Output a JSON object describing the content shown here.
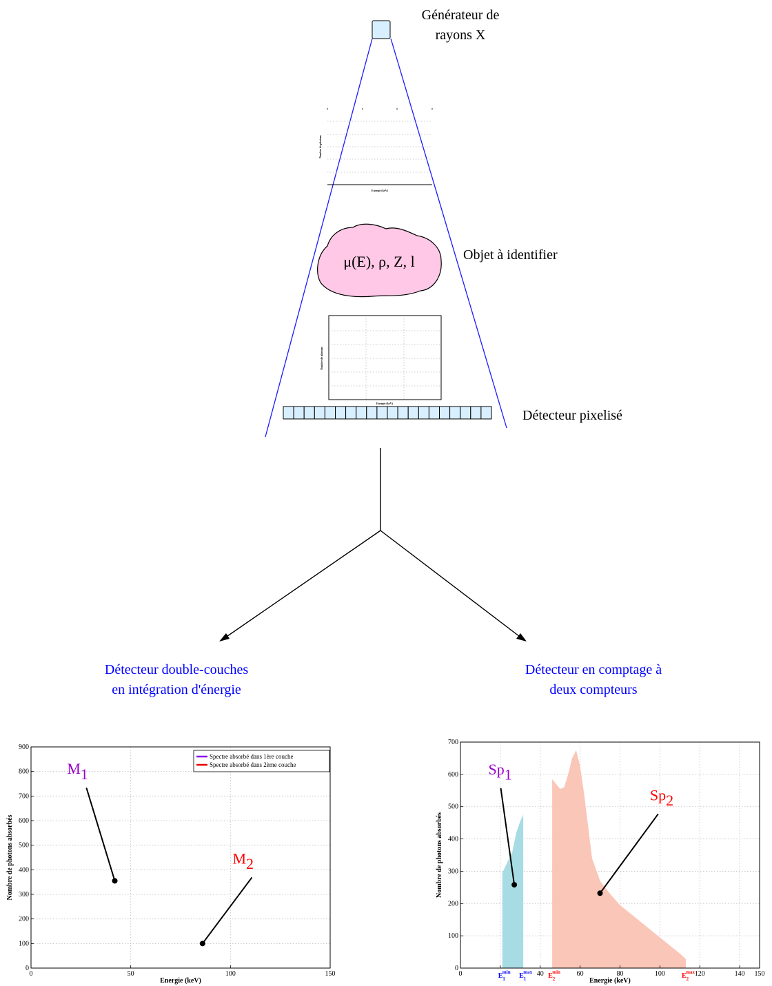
{
  "generator": {
    "line1": "Générateur de",
    "line2": "rayons X"
  },
  "object": {
    "label": "Objet à identifier",
    "formula": "μ(E), ρ, Z, l"
  },
  "detector": {
    "label": "Détecteur pixelisé",
    "pixels": 20
  },
  "left_title": {
    "line1": "Détecteur double-couches",
    "line2": "en intégration d'énergie"
  },
  "right_title": {
    "line1": "Détecteur en comptage à",
    "line2": "deux compteurs"
  },
  "small_plots": {
    "top": {
      "xlabel": "Energie (keV)",
      "ylabel": "Nombre de photons"
    },
    "bottom": {
      "xlabel": "Energie (keV)",
      "ylabel": "Nombre de photons"
    }
  },
  "colors": {
    "blue_lines": "#1a1aff",
    "object_fill": "#ffc8e6",
    "purple": "#9900cc",
    "red": "#ff0000",
    "cyan": "#a8dce4",
    "salmon": "#f9c6b8"
  },
  "chart_data": [
    {
      "type": "scatter",
      "xlabel": "Energie (keV)",
      "ylabel": "Nombre de photons absorbés",
      "xlim": [
        0,
        150
      ],
      "ylim": [
        0,
        900
      ],
      "xticks": [
        0,
        50,
        100,
        150
      ],
      "yticks": [
        0,
        100,
        200,
        300,
        400,
        500,
        600,
        700,
        800,
        900
      ],
      "grid": true,
      "legend_position": "top-right",
      "legend": [
        "Spectre absorbé dans 1ère couche",
        "Spectre absorbé dans 2ème couche"
      ],
      "points": [
        {
          "name": "M",
          "sub": "1",
          "x": 42,
          "y": 355,
          "label_x": 25,
          "label_y": 790,
          "color": "#9900cc"
        },
        {
          "name": "M",
          "sub": "2",
          "x": 86,
          "y": 100,
          "label_x": 108,
          "label_y": 425,
          "color": "#ff0000"
        }
      ]
    },
    {
      "type": "area",
      "xlabel": "Energie (keV)",
      "ylabel": "Nombre de photons absorbés",
      "xlim": [
        0,
        150
      ],
      "ylim": [
        0,
        700
      ],
      "xticks": [
        0,
        20,
        40,
        60,
        80,
        100,
        120,
        140,
        150
      ],
      "xticks_labeled": [
        0,
        40,
        60,
        80,
        100,
        120,
        140,
        150
      ],
      "yticks": [
        0,
        100,
        200,
        300,
        400,
        500,
        600,
        700
      ],
      "grid": true,
      "series": [
        {
          "name": "Sp1",
          "color": "#a8dce4",
          "x": [
            21,
            26,
            28,
            30,
            31.5
          ],
          "y": [
            295,
            360,
            420,
            455,
            475
          ]
        },
        {
          "name": "Sp2",
          "color": "#f9c6b8",
          "x": [
            46,
            48,
            50,
            52,
            54,
            56,
            58,
            60,
            62,
            64,
            66,
            70,
            75,
            80,
            90,
            100,
            110,
            113
          ],
          "y": [
            585,
            570,
            555,
            560,
            600,
            650,
            675,
            625,
            540,
            440,
            340,
            270,
            230,
            195,
            145,
            95,
            45,
            28
          ]
        }
      ],
      "annotations": [
        {
          "name": "Sp",
          "sub": "1",
          "x": 27,
          "y": 258,
          "label_x": 14,
          "label_y": 600,
          "color": "#9900cc"
        },
        {
          "name": "Sp",
          "sub": "2",
          "x": 70,
          "y": 232,
          "label_x": 95,
          "label_y": 520,
          "color": "#ff0000"
        }
      ],
      "thresholds": [
        {
          "label": "E",
          "sub": "1",
          "sup": "min",
          "x": 21,
          "color": "#0000ff"
        },
        {
          "label": "E",
          "sub": "1",
          "sup": "max",
          "x": 31.5,
          "color": "#0000ff"
        },
        {
          "label": "E",
          "sub": "2",
          "sup": "min",
          "x": 46,
          "color": "#ff0000"
        },
        {
          "label": "E",
          "sub": "2",
          "sup": "max",
          "x": 113,
          "color": "#ff0000"
        }
      ]
    }
  ]
}
